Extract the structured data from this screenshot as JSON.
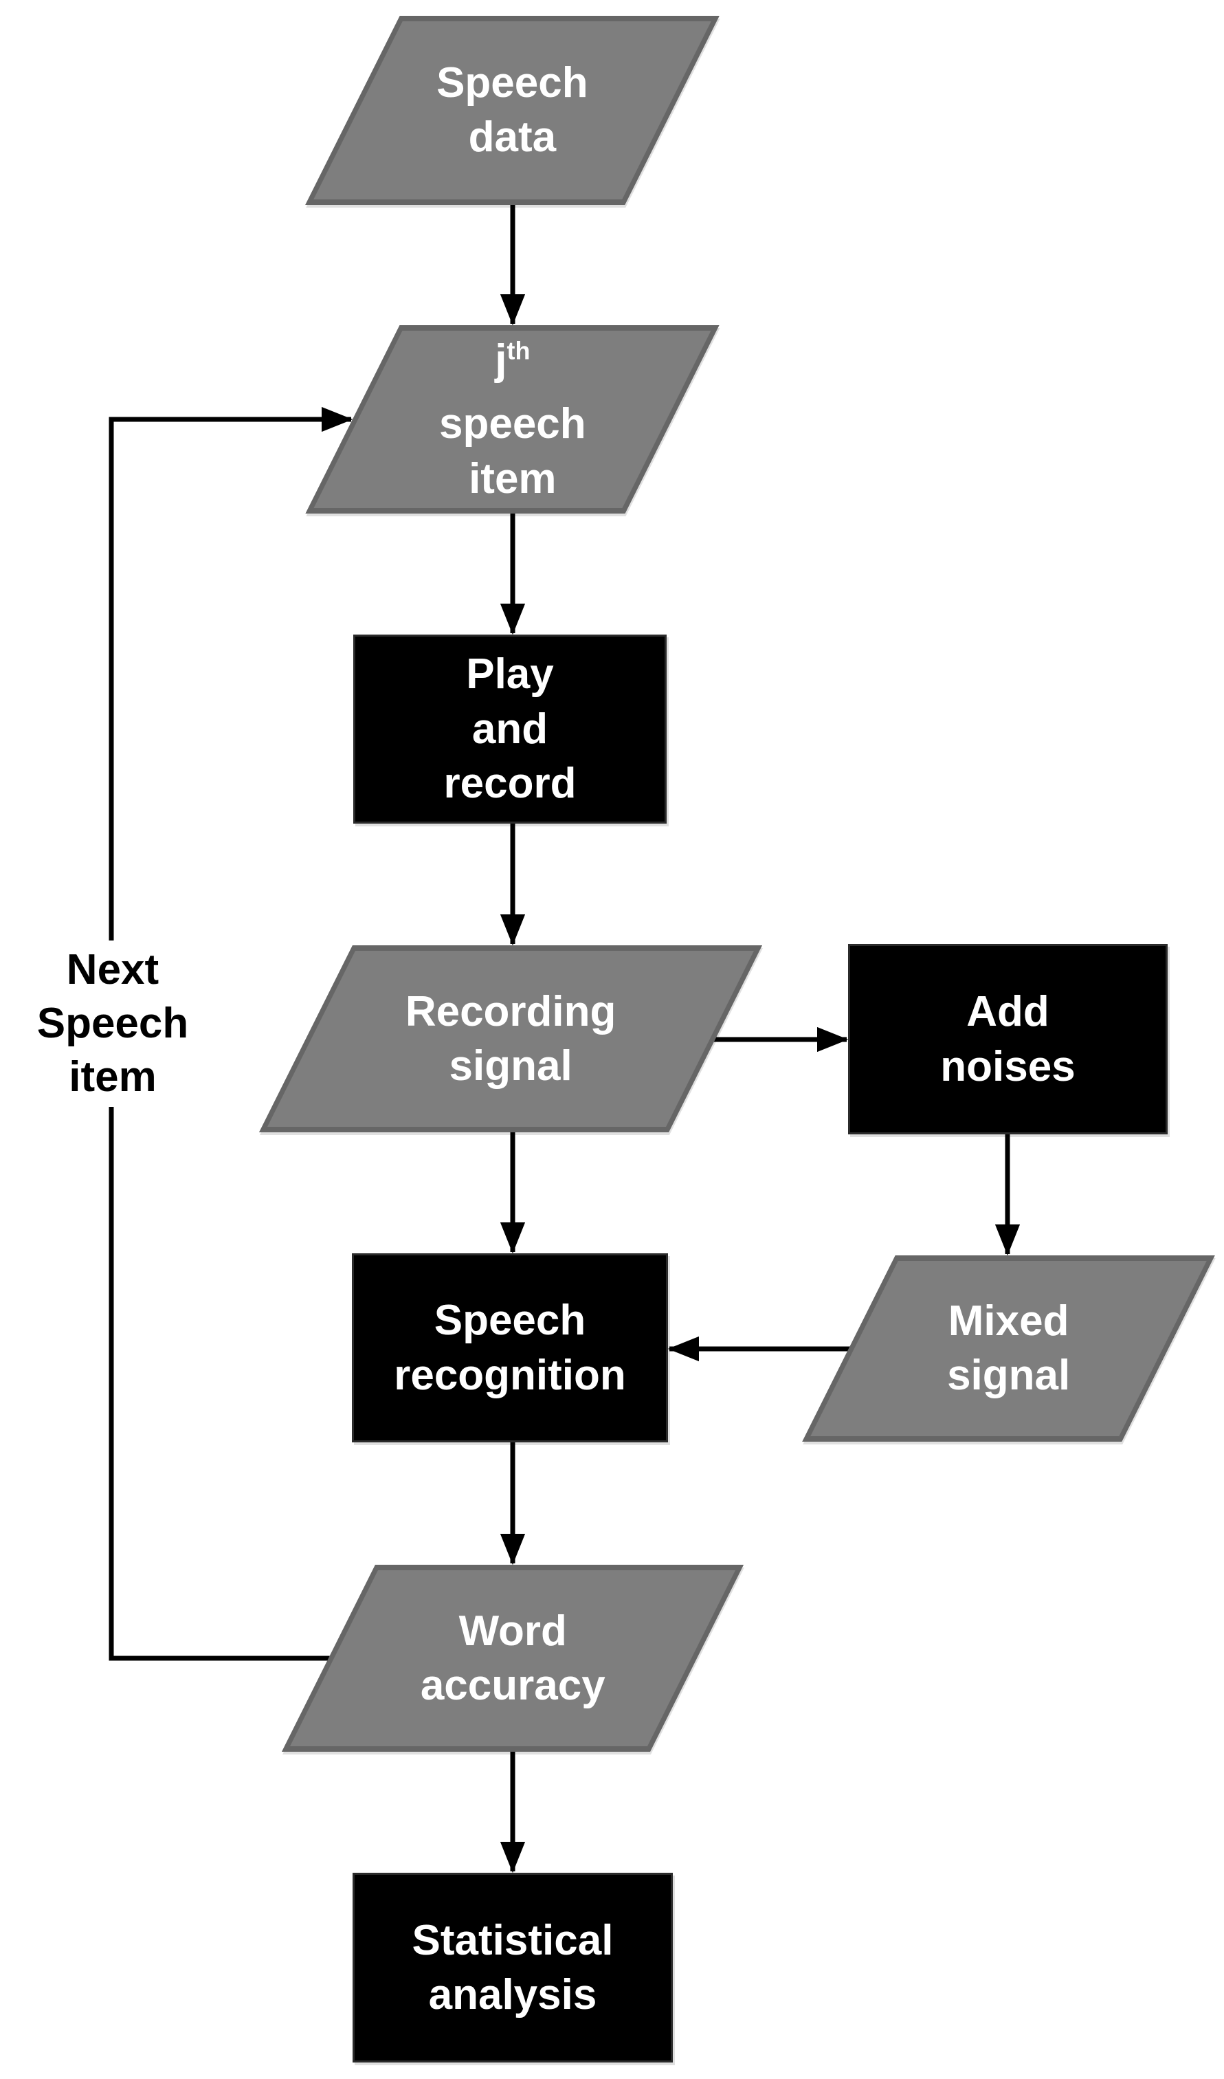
{
  "diagram_type": "flowchart",
  "palette": {
    "background": "#ffffff",
    "io_shape_fill": "#7e7e7e",
    "io_shape_border": "#666666",
    "process_shape_fill": "#000000",
    "process_shape_border": "#2b2b2b",
    "shape_text": "#ffffff",
    "annotation_text": "#000000",
    "connector": "#000000"
  },
  "nodes": {
    "speech_data": {
      "type": "data-parallelogram",
      "lines": [
        "Speech",
        "data"
      ]
    },
    "jth_speech_item": {
      "type": "data-parallelogram",
      "sup_base": "j",
      "sup": "th",
      "lines": [
        "speech",
        "item"
      ]
    },
    "play_and_record": {
      "type": "process-rect",
      "lines": [
        "Play",
        "and",
        "record"
      ]
    },
    "recording_signal": {
      "type": "data-parallelogram",
      "lines": [
        "Recording",
        "signal"
      ]
    },
    "add_noises": {
      "type": "process-rect",
      "lines": [
        "Add",
        "noises"
      ]
    },
    "mixed_signal": {
      "type": "data-parallelogram",
      "lines": [
        "Mixed",
        "signal"
      ]
    },
    "speech_recognition": {
      "type": "process-rect",
      "lines": [
        "Speech",
        "recognition"
      ]
    },
    "word_accuracy": {
      "type": "data-parallelogram",
      "lines": [
        "Word",
        "accuracy"
      ]
    },
    "statistical_analysis": {
      "type": "process-rect",
      "lines": [
        "Statistical",
        "analysis"
      ]
    }
  },
  "annotations": {
    "loop_label": {
      "lines": [
        "Next",
        "Speech",
        "item"
      ]
    }
  },
  "edges": [
    {
      "from": "speech_data",
      "to": "jth_speech_item"
    },
    {
      "from": "jth_speech_item",
      "to": "play_and_record"
    },
    {
      "from": "play_and_record",
      "to": "recording_signal"
    },
    {
      "from": "recording_signal",
      "to": "add_noises"
    },
    {
      "from": "recording_signal",
      "to": "speech_recognition"
    },
    {
      "from": "add_noises",
      "to": "mixed_signal"
    },
    {
      "from": "mixed_signal",
      "to": "speech_recognition"
    },
    {
      "from": "speech_recognition",
      "to": "word_accuracy"
    },
    {
      "from": "word_accuracy",
      "to": "statistical_analysis"
    },
    {
      "from": "word_accuracy",
      "to": "jth_speech_item",
      "label": "Next Speech item"
    }
  ]
}
